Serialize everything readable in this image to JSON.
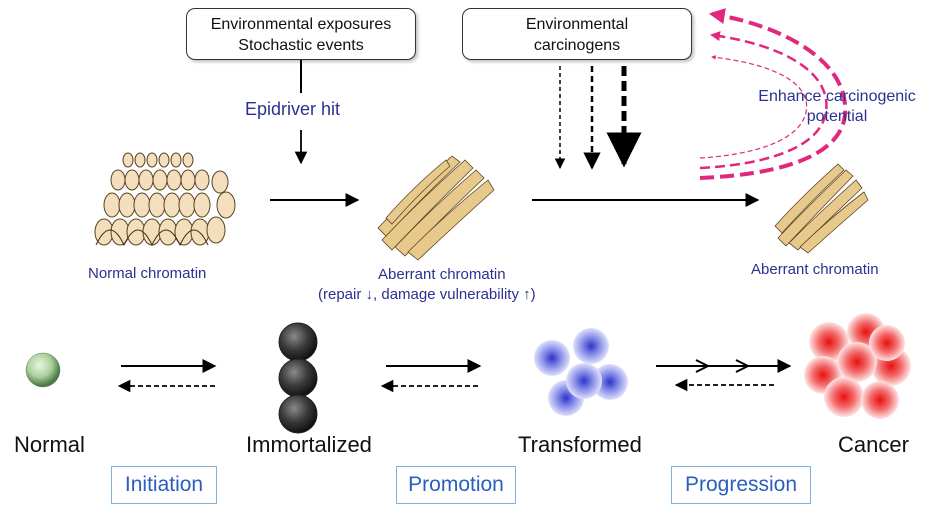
{
  "top_boxes": {
    "exposures_line1": "Environmental exposures",
    "exposures_line2": "Stochastic events",
    "carcinogens_line1": "Environmental",
    "carcinogens_line2": "carcinogens"
  },
  "labels": {
    "epidriver_hit": "Epidriver hit",
    "enhance_line1": "Enhance carcinogenic",
    "enhance_line2": "potential",
    "normal_chromatin": "Normal chromatin",
    "aberrant_chromatin_mid": "Aberrant chromatin",
    "aberrant_caption_prefix": "(repair",
    "aberrant_caption_middle": ", damage vulnerability",
    "aberrant_caption_suffix": ")",
    "aberrant_chromatin_right": "Aberrant chromatin"
  },
  "cells": {
    "normal": "Normal",
    "immortalized": "Immortalized",
    "transformed": "Transformed",
    "cancer": "Cancer"
  },
  "stages": {
    "initiation": "Initiation",
    "promotion": "Promotion",
    "progression": "Progression"
  },
  "colors": {
    "text_blue": "#2b3190",
    "magenta": "#e0287d",
    "stage_blue": "#2a5fc0"
  }
}
